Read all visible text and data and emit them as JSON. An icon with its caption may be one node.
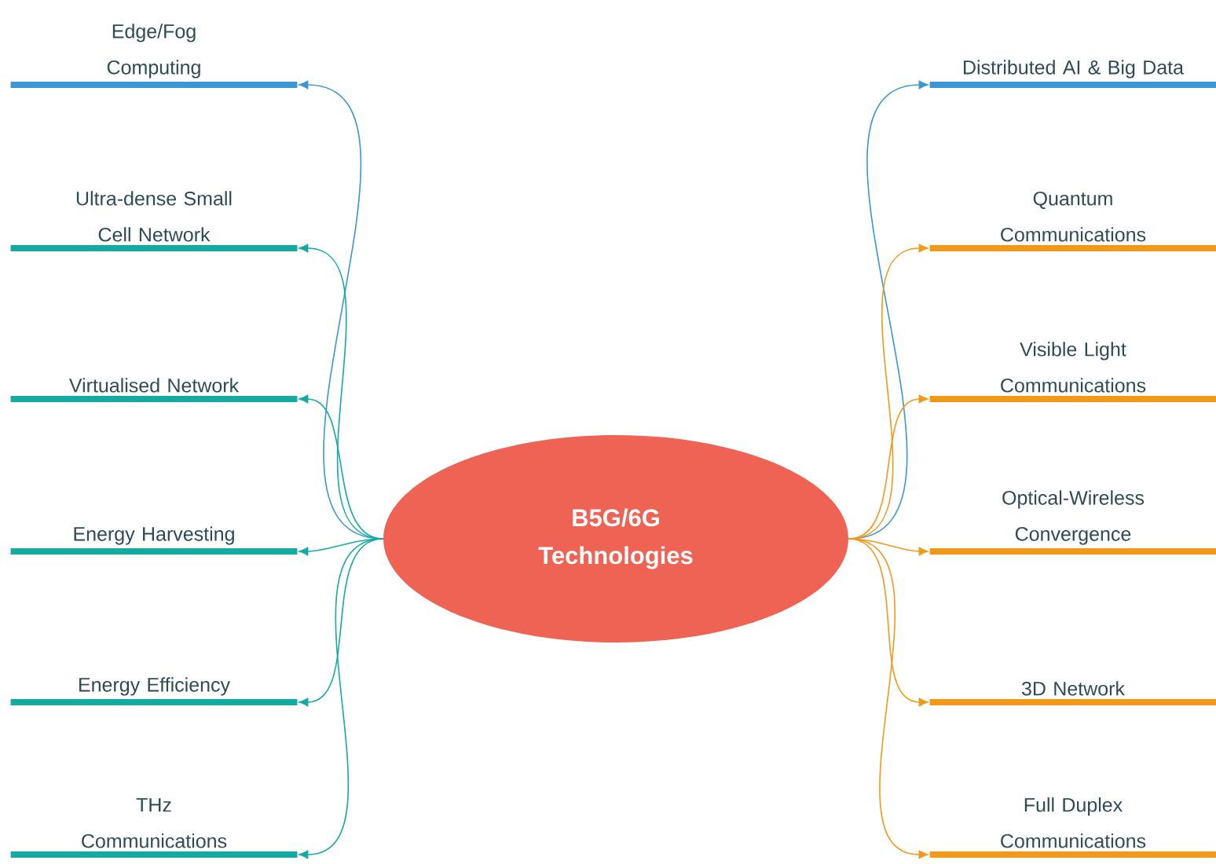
{
  "diagram": {
    "nodes": [
      {
        "text": [
          "B5G/6G Technologies"
        ]
      },
      {
        "text": [
          "Edge/Fog Computing"
        ]
      },
      {
        "text": [
          "Ultra-dense Small Cell Network"
        ]
      },
      {
        "text": [
          "Virtualised Network"
        ]
      },
      {
        "text": [
          "Energy Harvesting"
        ]
      },
      {
        "text": [
          "Energy Efficiency"
        ]
      },
      {
        "text": [
          "THz Communications"
        ]
      },
      {
        "text": [
          "Distributed AI & Big Data"
        ]
      },
      {
        "text": [
          "Quantum Communications"
        ]
      },
      {
        "text": [
          "Visible Light Communications"
        ]
      },
      {
        "text": [
          "Optical-Wireless Convergence"
        ]
      },
      {
        "text": [
          "3D Network"
        ]
      },
      {
        "text": [
          "Full Duplex Communications"
        ]
      }
    ],
    "edges": [
      {
        "from": 0,
        "to": 1,
        "arrow": "to",
        "color": "#3a96d4"
      },
      {
        "from": 0,
        "to": 2,
        "arrow": "to",
        "color": "#14aaa2"
      },
      {
        "from": 0,
        "to": 3,
        "arrow": "to",
        "color": "#14aaa2"
      },
      {
        "from": 0,
        "to": 4,
        "arrow": "to",
        "color": "#14aaa2"
      },
      {
        "from": 0,
        "to": 5,
        "arrow": "to",
        "color": "#14aaa2"
      },
      {
        "from": 0,
        "to": 6,
        "arrow": "to",
        "color": "#14aaa2"
      },
      {
        "from": 0,
        "to": 7,
        "arrow": "to",
        "color": "#3a96d4"
      },
      {
        "from": 0,
        "to": 8,
        "arrow": "to",
        "color": "#f2991a"
      },
      {
        "from": 0,
        "to": 9,
        "arrow": "to",
        "color": "#f2991a"
      },
      {
        "from": 0,
        "to": 10,
        "arrow": "to",
        "color": "#f2991a"
      },
      {
        "from": 0,
        "to": 11,
        "arrow": "to",
        "color": "#f2991a"
      },
      {
        "from": 0,
        "to": 12,
        "arrow": "to",
        "color": "#f2991a"
      }
    ]
  }
}
